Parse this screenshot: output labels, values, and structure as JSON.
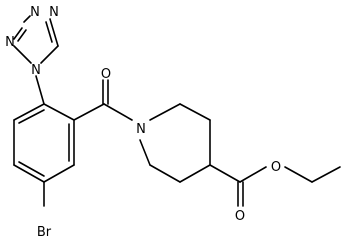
{
  "diagram": {
    "type": "chemical-structure",
    "atoms": [
      {
        "id": "N_t1",
        "label": "N"
      },
      {
        "id": "N_t2",
        "label": "N"
      },
      {
        "id": "N_t3",
        "label": "N"
      },
      {
        "id": "N_t4",
        "label": "N"
      },
      {
        "id": "O_carbonyl",
        "label": "O"
      },
      {
        "id": "N_pip",
        "label": "N"
      },
      {
        "id": "Br",
        "label": "Br"
      },
      {
        "id": "O_ester_db",
        "label": "O"
      },
      {
        "id": "O_ester",
        "label": "O"
      }
    ]
  }
}
